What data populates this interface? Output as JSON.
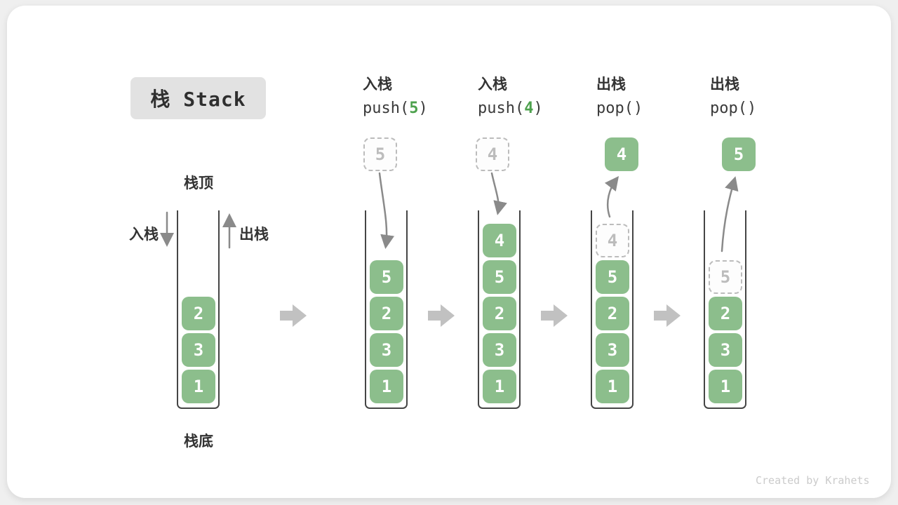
{
  "title": {
    "label": "栈 Stack"
  },
  "legend": {
    "stack_top": "栈顶",
    "stack_bottom": "栈底",
    "push": "入栈",
    "pop": "出栈"
  },
  "operations": [
    {
      "name": "入栈",
      "code_pre": "push(",
      "code_arg": "5",
      "code_post": ")"
    },
    {
      "name": "入栈",
      "code_pre": "push(",
      "code_arg": "4",
      "code_post": ")"
    },
    {
      "name": "出栈",
      "code_pre": "pop(",
      "code_arg": "",
      "code_post": ")"
    },
    {
      "name": "出栈",
      "code_pre": "pop(",
      "code_arg": "",
      "code_post": ")"
    }
  ],
  "stacks": [
    {
      "cells": [
        {
          "value": "2",
          "style": "solid"
        },
        {
          "value": "3",
          "style": "solid"
        },
        {
          "value": "1",
          "style": "solid"
        }
      ]
    },
    {
      "floating": {
        "value": "5",
        "style": "dashed"
      },
      "cells": [
        {
          "value": "5",
          "style": "solid"
        },
        {
          "value": "2",
          "style": "solid"
        },
        {
          "value": "3",
          "style": "solid"
        },
        {
          "value": "1",
          "style": "solid"
        }
      ]
    },
    {
      "floating": {
        "value": "4",
        "style": "dashed"
      },
      "cells": [
        {
          "value": "4",
          "style": "solid"
        },
        {
          "value": "5",
          "style": "solid"
        },
        {
          "value": "2",
          "style": "solid"
        },
        {
          "value": "3",
          "style": "solid"
        },
        {
          "value": "1",
          "style": "solid"
        }
      ]
    },
    {
      "floating": {
        "value": "4",
        "style": "solid"
      },
      "cells": [
        {
          "value": "4",
          "style": "dashed"
        },
        {
          "value": "5",
          "style": "solid"
        },
        {
          "value": "2",
          "style": "solid"
        },
        {
          "value": "3",
          "style": "solid"
        },
        {
          "value": "1",
          "style": "solid"
        }
      ]
    },
    {
      "floating": {
        "value": "5",
        "style": "solid"
      },
      "cells": [
        {
          "value": "5",
          "style": "dashed"
        },
        {
          "value": "2",
          "style": "solid"
        },
        {
          "value": "3",
          "style": "solid"
        },
        {
          "value": "1",
          "style": "solid"
        }
      ]
    }
  ],
  "watermark": "Created by Krahets",
  "colors": {
    "cell_green": "#8cbe8c",
    "code_arg_green": "#4da14d",
    "dashed_gray": "#bcbcbc",
    "container_stroke": "#454545",
    "arrow_gray": "#8a8a8a",
    "block_arrow_gray": "#c1c1c1",
    "title_box_bg": "#e2e2e2",
    "card_bg": "#ffffff",
    "page_bg": "#efefef"
  }
}
